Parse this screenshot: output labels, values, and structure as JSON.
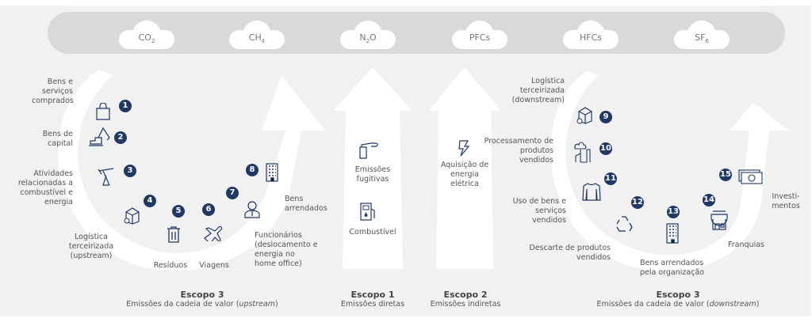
{
  "gases": [
    {
      "base": "CO",
      "sub": "2"
    },
    {
      "base": "CH",
      "sub": "4"
    },
    {
      "base": "N",
      "sub": "2",
      "tail": "O"
    },
    {
      "base": "PFCs",
      "sub": ""
    },
    {
      "base": "HFCs",
      "sub": ""
    },
    {
      "base": "SF",
      "sub": "6"
    }
  ],
  "colors": {
    "accent": "#1f3864",
    "panel": "#f1f1f1",
    "band": "#d9d9d9"
  },
  "upstream": [
    {
      "num": "1",
      "label": "Bens e serviços comprados",
      "icon": "shopping-bag-icon"
    },
    {
      "num": "2",
      "label": "Bens de capital",
      "icon": "excavator-icon"
    },
    {
      "num": "3",
      "label": "Atividades relacionadas a combustível e energia",
      "icon": "oil-pump-icon"
    },
    {
      "num": "4",
      "label": "Logística terceirizada (upstream)",
      "icon": "box-icon"
    },
    {
      "num": "5",
      "label": "Resíduos",
      "icon": "trash-icon"
    },
    {
      "num": "6",
      "label": "Viagens",
      "icon": "airplane-icon"
    },
    {
      "num": "7",
      "label": "Funcionários (deslocamento e energia no home office)",
      "icon": "employee-icon"
    },
    {
      "num": "8",
      "label": "Bens arrendados",
      "icon": "building-icon"
    }
  ],
  "scope1": {
    "items": [
      "Emissões fugitivas",
      "Combustível"
    ],
    "title": "Escopo 1",
    "subtitle": "Emissões diretas"
  },
  "scope2": {
    "items": [
      "Aquisição de energia elétrica"
    ],
    "title": "Escopo 2",
    "subtitle": "Emissões indiretas"
  },
  "downstream": [
    {
      "num": "9",
      "label": "Logística terceirizada (downstream)",
      "icon": "box-icon"
    },
    {
      "num": "10",
      "label": "Processamento de produtos vendidos",
      "icon": "factory-icon"
    },
    {
      "num": "11",
      "label": "Uso de bens e serviços vendidos",
      "icon": "shirt-icon"
    },
    {
      "num": "12",
      "label": "Descarte de produtos vendidos",
      "icon": "recycle-icon"
    },
    {
      "num": "13",
      "label": "Bens arrendados pela organização",
      "icon": "building-icon"
    },
    {
      "num": "14",
      "label": "Franquias",
      "icon": "store-icon"
    },
    {
      "num": "15",
      "label": "Investi-mentos",
      "icon": "money-icon"
    }
  ],
  "scope3_up": {
    "title": "Escopo 3",
    "subtitle_pre": "Emissões da cadeia de valor (",
    "subtitle_em": "upstream",
    "subtitle_post": ")"
  },
  "scope3_down": {
    "title": "Escopo 3",
    "subtitle_pre": "Emissões da cadeia de valor (",
    "subtitle_em": "downstream",
    "subtitle_post": ")"
  }
}
